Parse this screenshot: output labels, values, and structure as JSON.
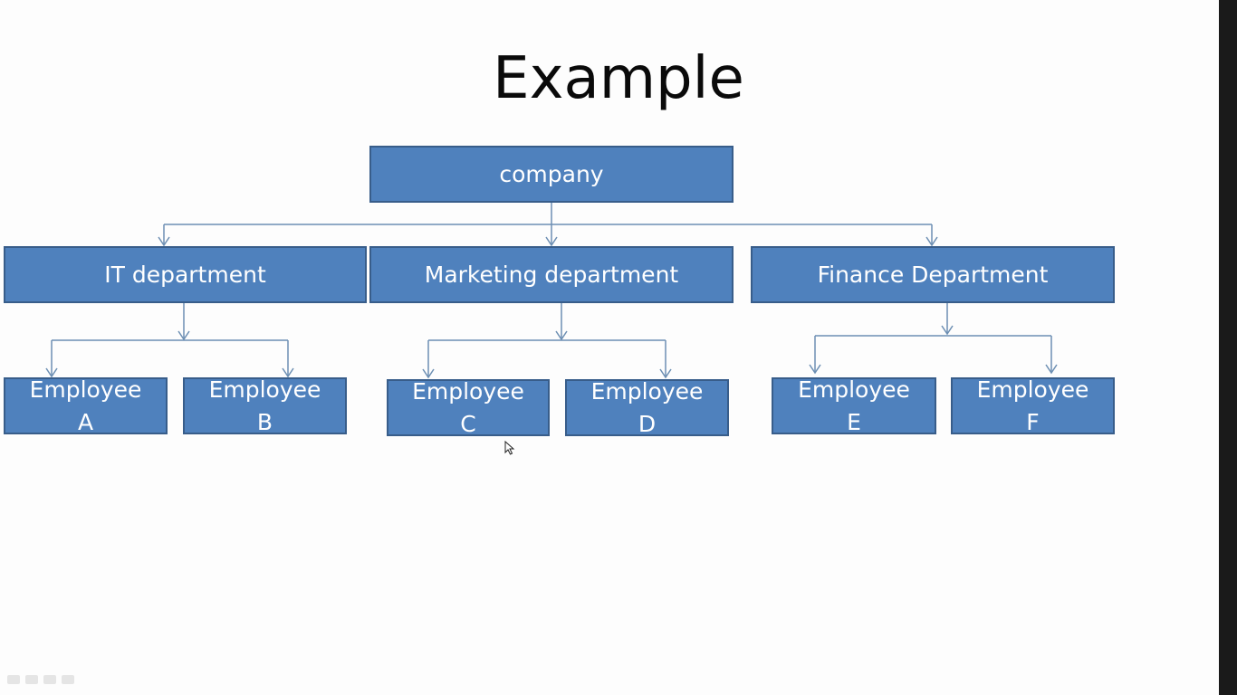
{
  "slide": {
    "title": "Example"
  },
  "chart_data": {
    "type": "org-chart",
    "root": "company",
    "departments": [
      {
        "name": "IT department",
        "employees": [
          {
            "line1": "Employee",
            "line2": "A"
          },
          {
            "line1": "Employee",
            "line2": "B"
          }
        ]
      },
      {
        "name": "Marketing department",
        "employees": [
          {
            "line1": "Employee",
            "line2": "C"
          },
          {
            "line1": "Employee",
            "line2": "D"
          }
        ]
      },
      {
        "name": "Finance Department",
        "employees": [
          {
            "line1": "Employee",
            "line2": "E"
          },
          {
            "line1": "Employee",
            "line2": "F"
          }
        ]
      }
    ]
  },
  "colors": {
    "box_fill": "#4f81bd",
    "box_border": "#385d8a",
    "connector": "#6d8fb3",
    "text": "#ffffff"
  }
}
